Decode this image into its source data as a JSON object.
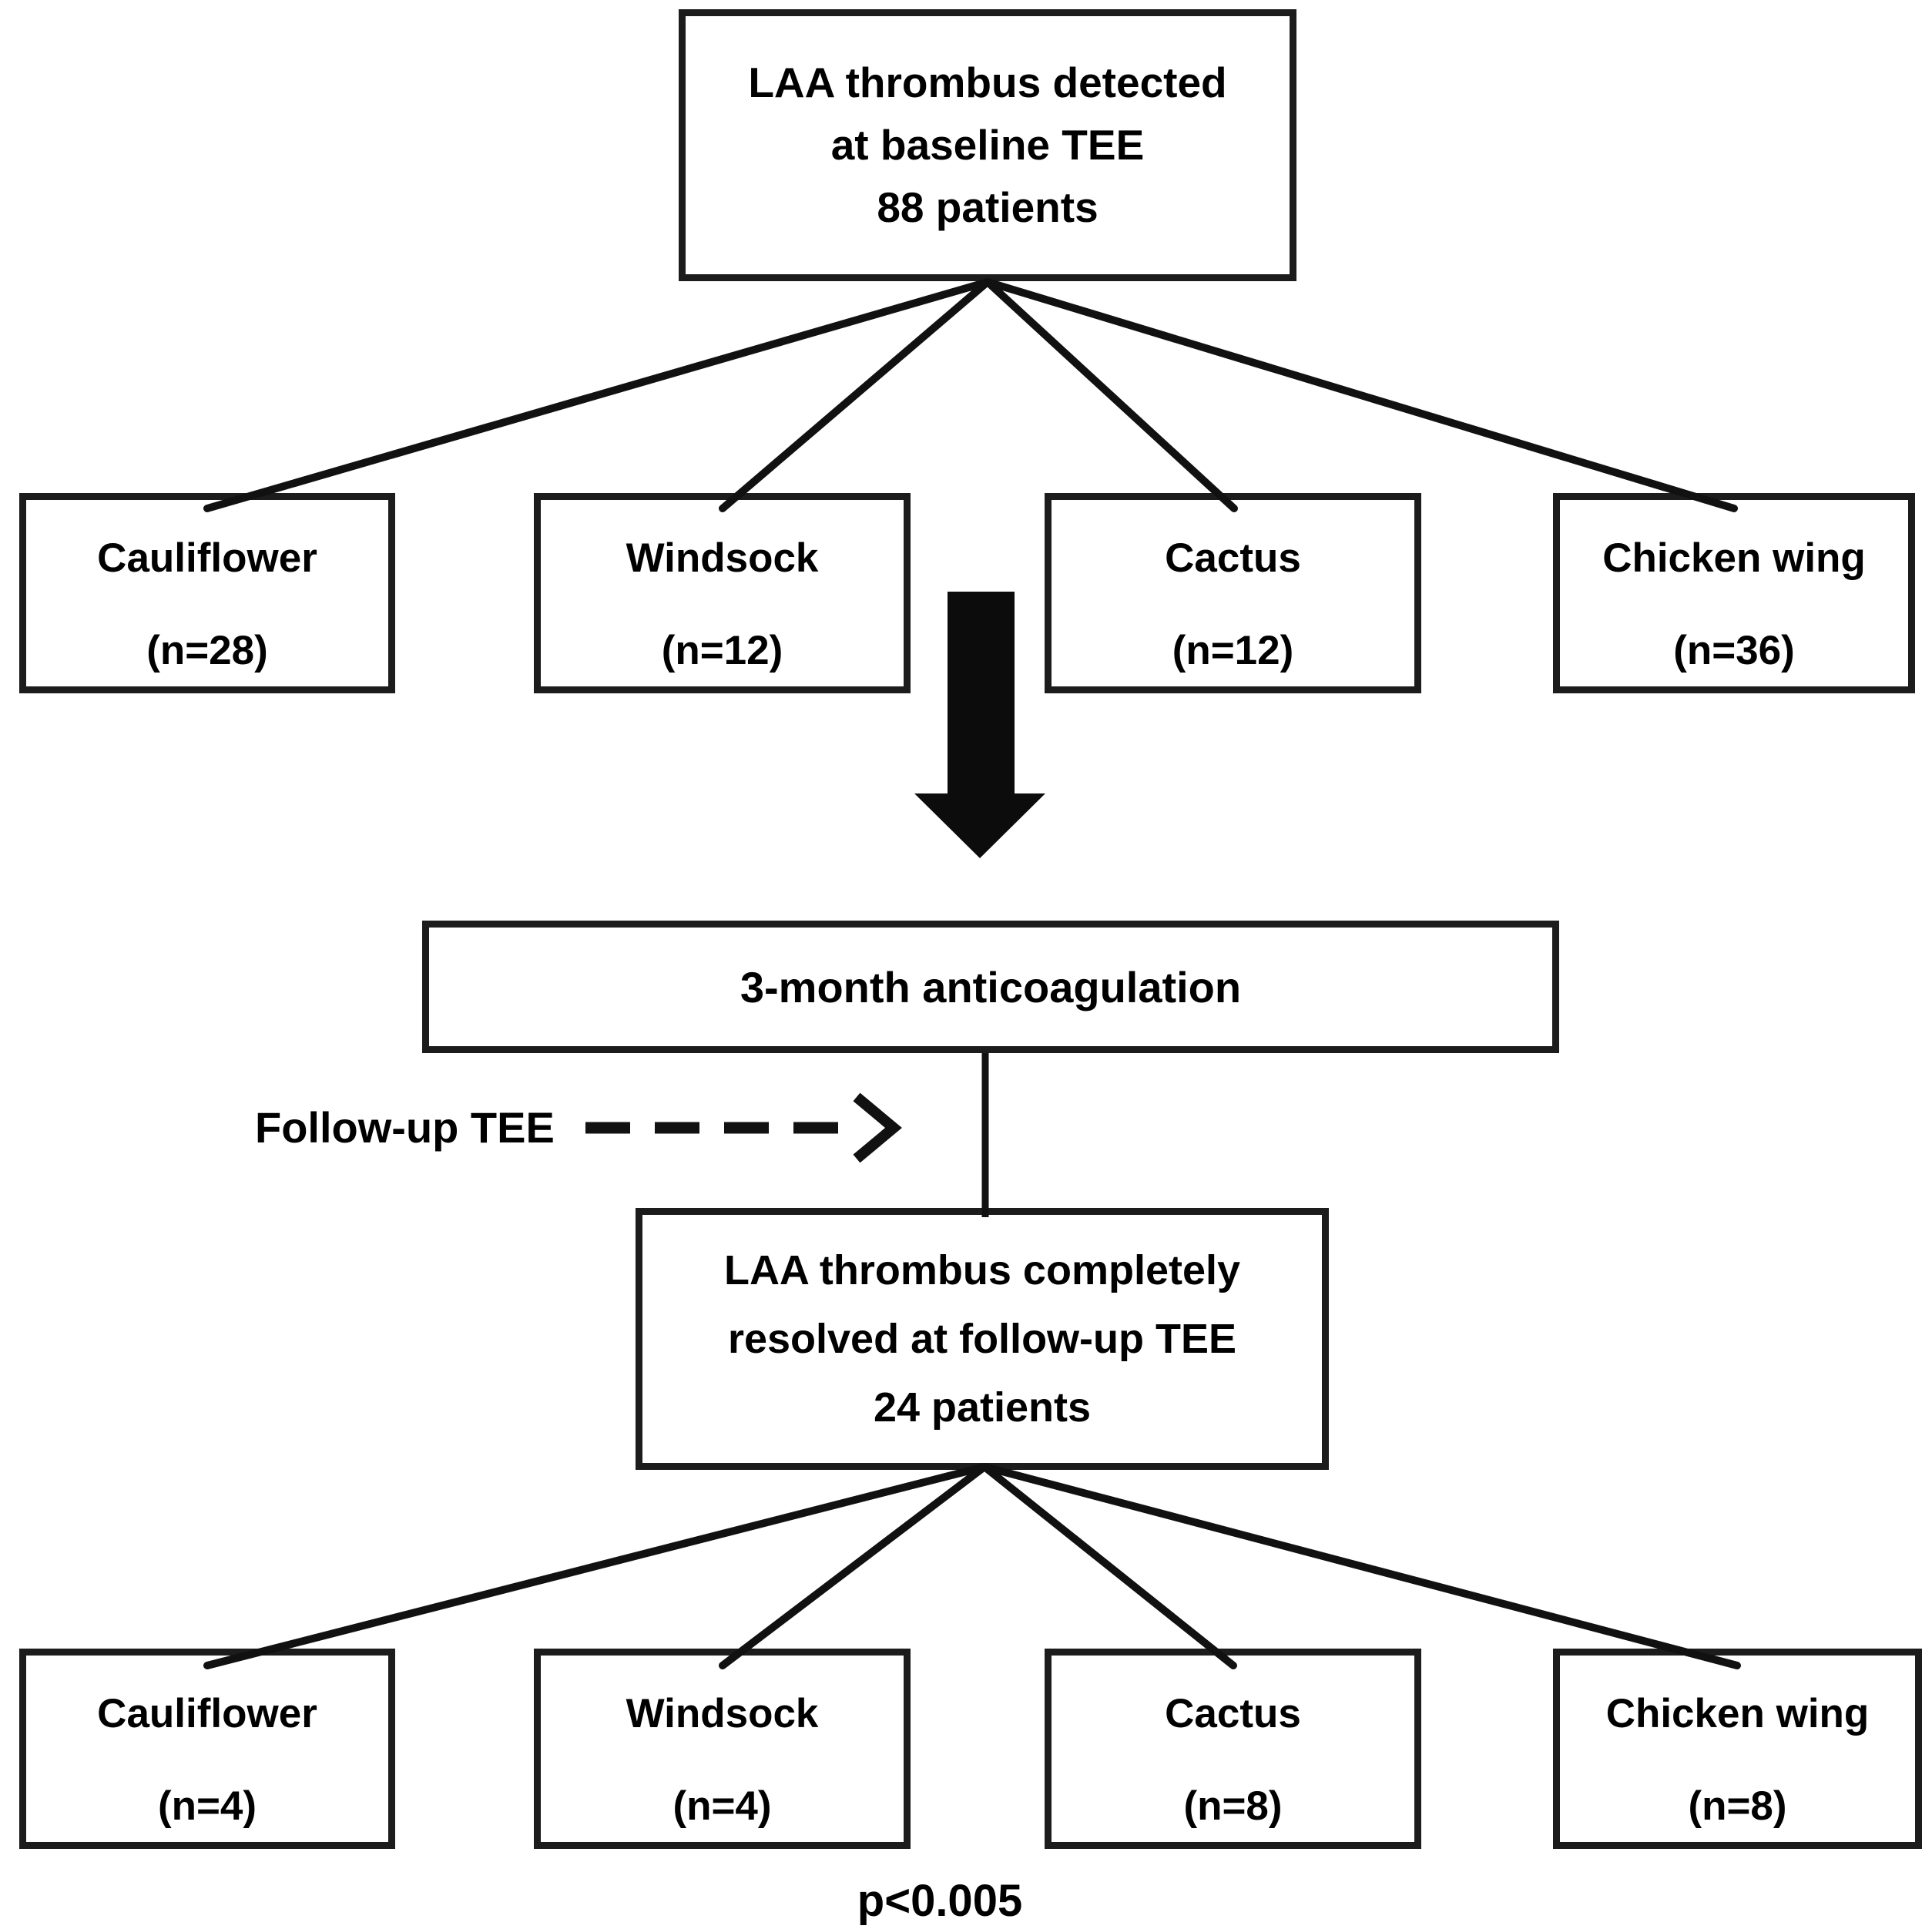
{
  "diagram": {
    "top_box": {
      "lines": [
        "LAA thrombus detected",
        "at baseline TEE",
        "88 patients"
      ]
    },
    "baseline_groups": [
      {
        "name": "Cauliflower",
        "count": "(n=28)"
      },
      {
        "name": "Windsock",
        "count": "(n=12)"
      },
      {
        "name": "Cactus",
        "count": "(n=12)"
      },
      {
        "name": "Chicken wing",
        "count": "(n=36)"
      }
    ],
    "treatment_box": {
      "label": "3-month anticoagulation"
    },
    "followup_label": "Follow-up TEE",
    "resolved_box": {
      "lines": [
        "LAA thrombus completely",
        "resolved at follow-up TEE",
        "24 patients"
      ]
    },
    "followup_groups": [
      {
        "name": "Cauliflower",
        "count": "(n=4)"
      },
      {
        "name": "Windsock",
        "count": "(n=4)"
      },
      {
        "name": "Cactus",
        "count": "(n=8)"
      },
      {
        "name": "Chicken wing",
        "count": "(n=8)"
      }
    ],
    "p_value": "p<0.005",
    "icons": {
      "down_block_arrow": "solid black downward block arrow",
      "dashed_right_arrow": "dashed line with right chevron arrowhead"
    },
    "colors": {
      "background": "#ffffff",
      "border": "#1c1c1c",
      "line": "#111111",
      "text": "#000000"
    }
  }
}
